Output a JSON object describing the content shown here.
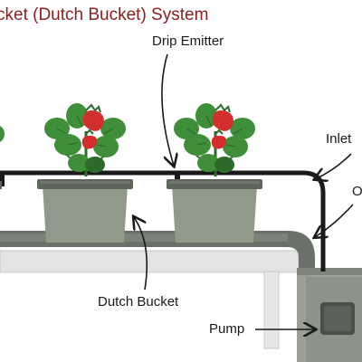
{
  "title": "cket (Dutch Bucket) System",
  "labels": {
    "drip_emitter": "Drip Emitter",
    "inlet": "Inlet",
    "outlet_partial": "O",
    "dutch_bucket": "Dutch Bucket",
    "pump": "Pump"
  },
  "colors": {
    "title": "#8b1e1e",
    "leaf": "#3e8e3a",
    "leaf_dark": "#2d6b2b",
    "strawberry": "#d32f2f",
    "pot": "#8f9a8b",
    "pot_rim": "#5e665c",
    "channel": "#6b716a",
    "table": "#e6e6e6",
    "tube": "#1a1a1a",
    "reservoir": "#9aa096"
  },
  "icons": [
    "strawberry-plant-icon",
    "pump-icon",
    "arrow-icon"
  ]
}
